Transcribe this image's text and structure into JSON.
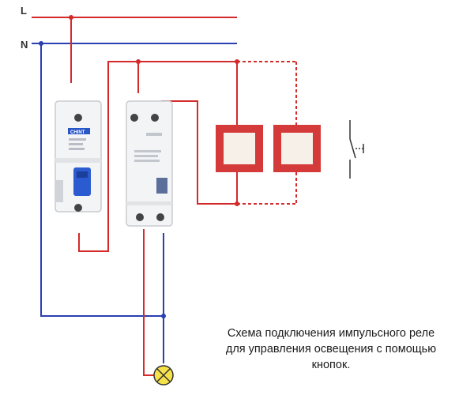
{
  "labels": {
    "line_phase": "L",
    "line_neutral": "N"
  },
  "breaker_brand": "CHINT",
  "caption": {
    "line1": "Схема подключения импульсного реле",
    "line2": "для управления освещения с помощью",
    "line3": "кнопок."
  },
  "colors": {
    "phase_wire": "#d42a2a",
    "neutral_wire": "#2a3fb0",
    "button_frame": "#d43a3a",
    "lamp": "#f5e14a"
  },
  "icons": [
    "lamp-icon",
    "switch-symbol-icon"
  ]
}
